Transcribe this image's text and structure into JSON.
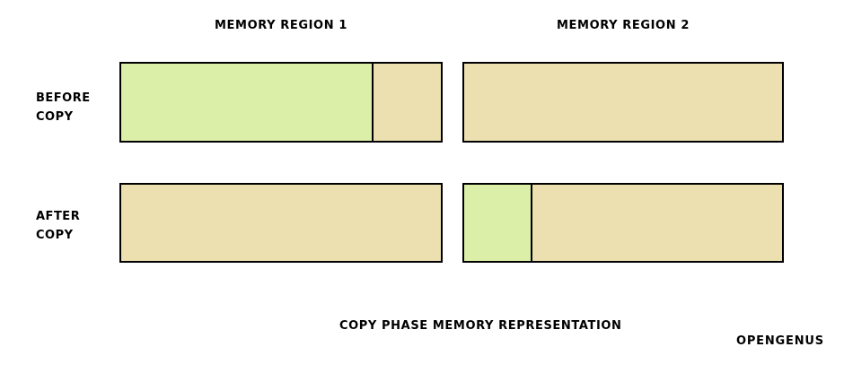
{
  "diagram": {
    "caption": "COPY PHASE MEMORY REPRESENTATION",
    "watermark": "OPENGENUS",
    "colors": {
      "used_green": "#dcefa8",
      "free_tan": "#ecdfb0",
      "outline": "#000000",
      "background": "#ffffff"
    },
    "column_titles": [
      {
        "label": "MEMORY REGION 1"
      },
      {
        "label": "MEMORY REGION 2"
      }
    ],
    "row_labels": [
      {
        "line1": "BEFORE",
        "line2": "COPY"
      },
      {
        "line1": "AFTER",
        "line2": "COPY"
      }
    ],
    "bars": [
      {
        "row": "BEFORE COPY",
        "region": "MEMORY REGION 1",
        "segments": [
          {
            "fill": "#dcefa8",
            "width_pct": 78.3,
            "meaning": "occupied"
          },
          {
            "fill": "#ecdfb0",
            "width_pct": 21.7,
            "meaning": "free"
          }
        ]
      },
      {
        "row": "BEFORE COPY",
        "region": "MEMORY REGION 2",
        "segments": [
          {
            "fill": "#ecdfb0",
            "width_pct": 100,
            "meaning": "free"
          }
        ]
      },
      {
        "row": "AFTER COPY",
        "region": "MEMORY REGION 1",
        "segments": [
          {
            "fill": "#ecdfb0",
            "width_pct": 100,
            "meaning": "free"
          }
        ]
      },
      {
        "row": "AFTER COPY",
        "region": "MEMORY REGION 2",
        "segments": [
          {
            "fill": "#dcefa8",
            "width_pct": 21.0,
            "meaning": "occupied"
          },
          {
            "fill": "#ecdfb0",
            "width_pct": 79.0,
            "meaning": "free"
          }
        ]
      }
    ]
  }
}
